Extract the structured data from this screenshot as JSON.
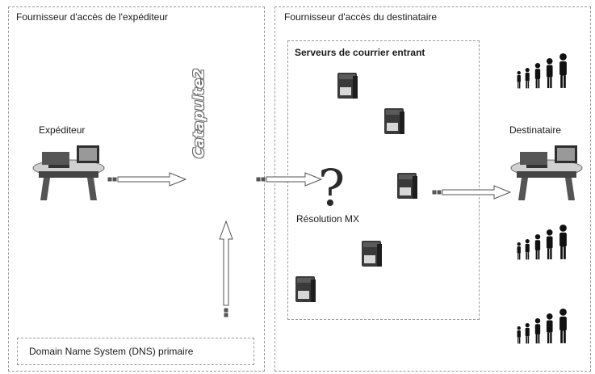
{
  "sender_isp": {
    "title": "Fournisseur d'accès de l'expéditeur"
  },
  "recipient_isp": {
    "title": "Fournisseur d'accès du destinataire"
  },
  "incoming_servers": {
    "title": "Serveurs de courrier entrant"
  },
  "sender": {
    "label": "Expéditeur"
  },
  "recipient": {
    "label": "Destinataire"
  },
  "mx_resolution": {
    "label": "Résolution MX"
  },
  "dns": {
    "label": "Domain Name System (DNS) primaire"
  },
  "logo": {
    "text": "Catapulte2"
  }
}
